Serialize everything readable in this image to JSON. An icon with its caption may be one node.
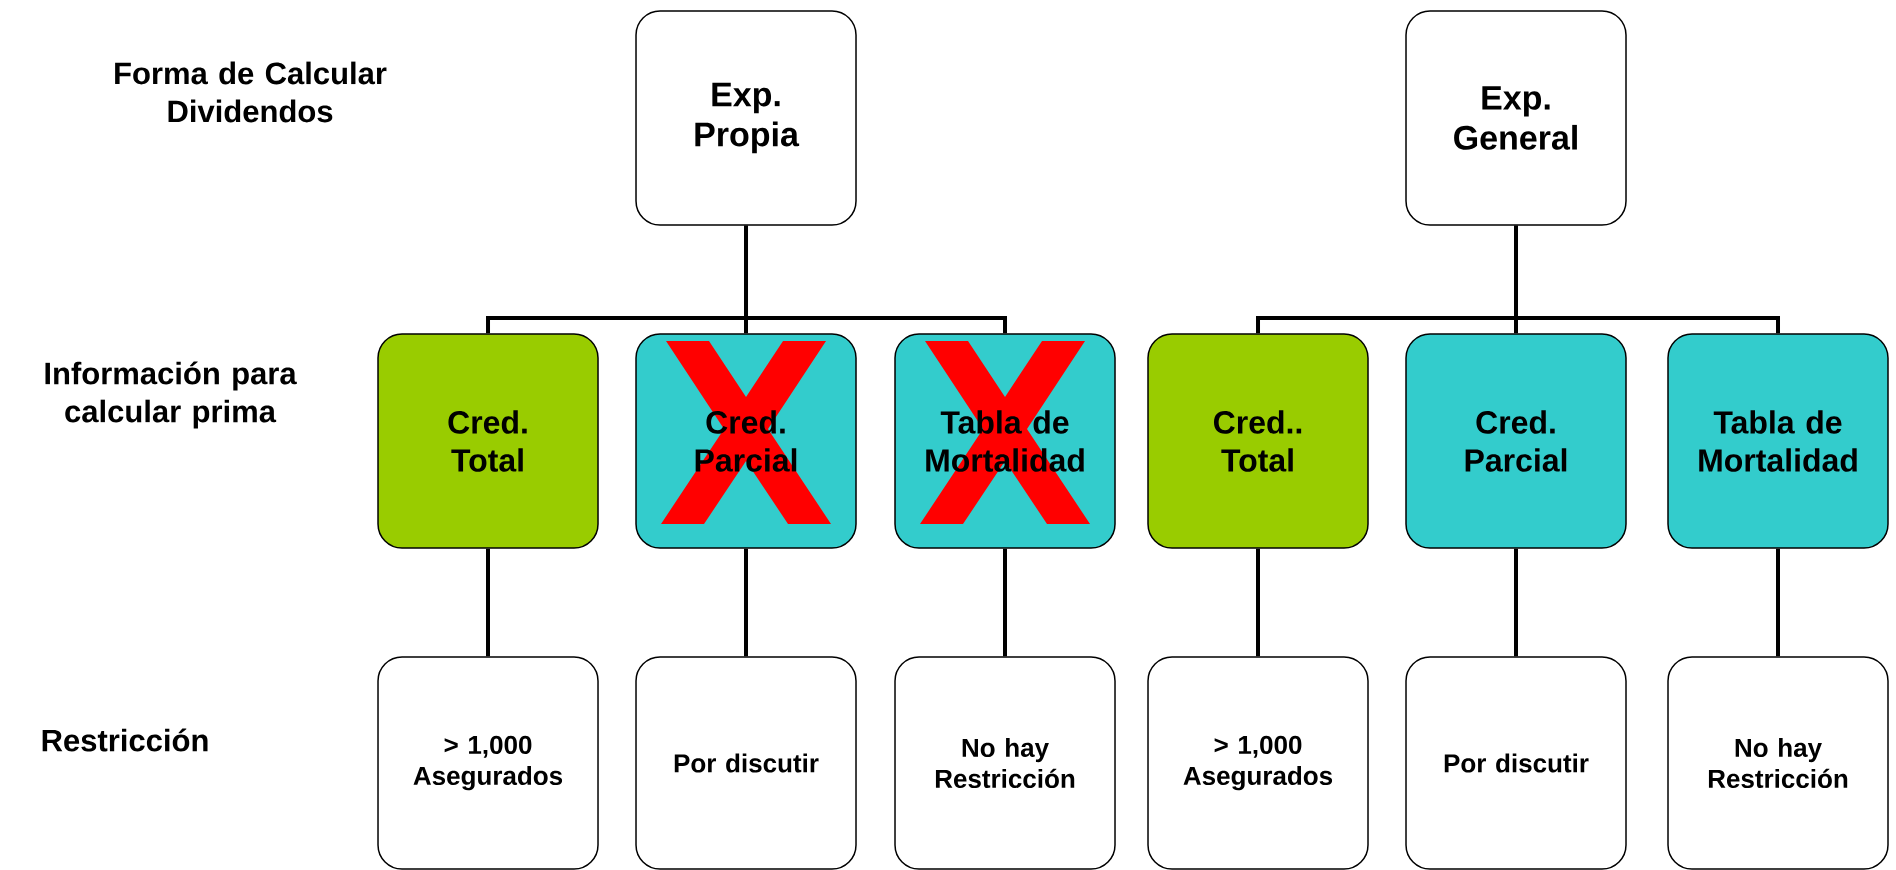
{
  "diagram": {
    "nodes": [
      {
        "text": [
          "Exp. Propia"
        ]
      },
      {
        "text": [
          "Exp. General"
        ]
      },
      {
        "text": [
          "Cred. Total"
        ]
      },
      {
        "text": [
          "Cred. Parcial"
        ]
      },
      {
        "text": [
          "Tabla de Mortalidad"
        ]
      },
      {
        "text": [
          "Cred.. Total"
        ]
      },
      {
        "text": [
          "Cred. Parcial"
        ]
      },
      {
        "text": [
          "Tabla de Mortalidad"
        ]
      },
      {
        "text": [
          "> 1,000 Asegurados"
        ]
      },
      {
        "text": [
          "Por discutir"
        ]
      },
      {
        "text": [
          "No hay Restricción"
        ]
      },
      {
        "text": [
          "> 1,000 Asegurados"
        ]
      },
      {
        "text": [
          "Por discutir"
        ]
      },
      {
        "text": [
          "No hay Restricción"
        ]
      }
    ],
    "edges": [
      {
        "from": 0,
        "to": 2,
        "arrow": "none"
      },
      {
        "from": 0,
        "to": 3,
        "arrow": "none"
      },
      {
        "from": 0,
        "to": 4,
        "arrow": "none"
      },
      {
        "from": 1,
        "to": 5,
        "arrow": "none"
      },
      {
        "from": 1,
        "to": 6,
        "arrow": "none"
      },
      {
        "from": 1,
        "to": 7,
        "arrow": "none"
      },
      {
        "from": 2,
        "to": 8,
        "arrow": "none"
      },
      {
        "from": 3,
        "to": 9,
        "arrow": "none"
      },
      {
        "from": 4,
        "to": 10,
        "arrow": "none"
      },
      {
        "from": 5,
        "to": 11,
        "arrow": "none"
      },
      {
        "from": 6,
        "to": 12,
        "arrow": "none"
      },
      {
        "from": 7,
        "to": 13,
        "arrow": "none"
      }
    ],
    "labels": [
      "Forma de Calcular Dividendos",
      "Información para calcular prima",
      "Restricción"
    ]
  }
}
